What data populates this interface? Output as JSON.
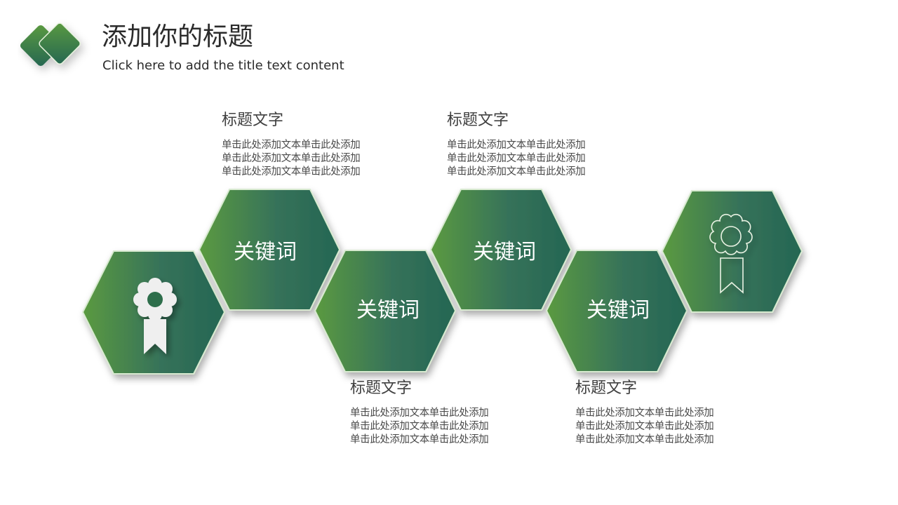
{
  "header": {
    "title": "添加你的标题",
    "subtitle": "Click here to add the title text content",
    "logo_icon": "double-diamond-icon"
  },
  "colors": {
    "gradient_start": "#5b9a40",
    "gradient_end": "#246652",
    "hex_border": "#d8ead0",
    "text_dark": "#2b2b2b",
    "text_body": "#4a4a4a",
    "icon_fill": "#efefef"
  },
  "diagram": {
    "hexagons": [
      {
        "id": 1,
        "type": "icon",
        "icon": "award-ribbon-icon-filled",
        "label": ""
      },
      {
        "id": 2,
        "type": "label",
        "label": "关键词"
      },
      {
        "id": 3,
        "type": "label",
        "label": "关键词"
      },
      {
        "id": 4,
        "type": "label",
        "label": "关键词"
      },
      {
        "id": 5,
        "type": "label",
        "label": "关键词"
      },
      {
        "id": 6,
        "type": "icon",
        "icon": "award-ribbon-icon-outline",
        "label": ""
      }
    ],
    "text_blocks": [
      {
        "position": "top",
        "attached_to": 2,
        "heading": "标题文字",
        "lines": [
          "单击此处添加文本单击此处添加",
          "单击此处添加文本单击此处添加",
          "单击此处添加文本单击此处添加"
        ]
      },
      {
        "position": "top",
        "attached_to": 4,
        "heading": "标题文字",
        "lines": [
          "单击此处添加文本单击此处添加",
          "单击此处添加文本单击此处添加",
          "单击此处添加文本单击此处添加"
        ]
      },
      {
        "position": "bottom",
        "attached_to": 3,
        "heading": "标题文字",
        "lines": [
          "单击此处添加文本单击此处添加",
          "单击此处添加文本单击此处添加",
          "单击此处添加文本单击此处添加"
        ]
      },
      {
        "position": "bottom",
        "attached_to": 5,
        "heading": "标题文字",
        "lines": [
          "单击此处添加文本单击此处添加",
          "单击此处添加文本单击此处添加",
          "单击此处添加文本单击此处添加"
        ]
      }
    ]
  }
}
